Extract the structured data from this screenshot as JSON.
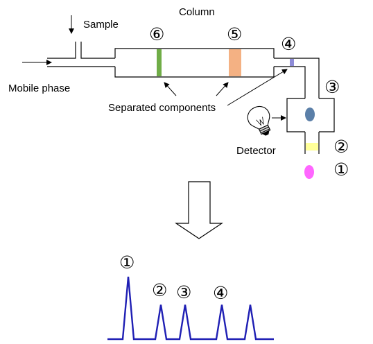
{
  "labels": {
    "column": "Column",
    "sample": "Sample",
    "mobile_phase": "Mobile phase",
    "separated_components": "Separated components",
    "detector": "Detector"
  },
  "markers": {
    "n1": "①",
    "n2": "②",
    "n3": "③",
    "n4": "④",
    "n5": "⑤",
    "n6": "⑥"
  },
  "colors": {
    "band_6": "#70ad47",
    "band_5": "#f4b183",
    "band_4": "#8e8cd8",
    "band_2": "#ffff99",
    "droplet_1": "#ff66ff",
    "flow_cell_spot": "#5b7fa8",
    "chromatogram": "#1f1fb4"
  },
  "icons": [
    "light-bulb-icon",
    "down-arrow-icon"
  ],
  "chromatogram_peaks": [
    {
      "marker": "n1",
      "relative_height": 1.0
    },
    {
      "marker": "n2",
      "relative_height": 0.55
    },
    {
      "marker": "n3",
      "relative_height": 0.55
    },
    {
      "marker": "n4",
      "relative_height": 0.55
    },
    {
      "marker": "n4b",
      "relative_height": 0.55
    }
  ]
}
